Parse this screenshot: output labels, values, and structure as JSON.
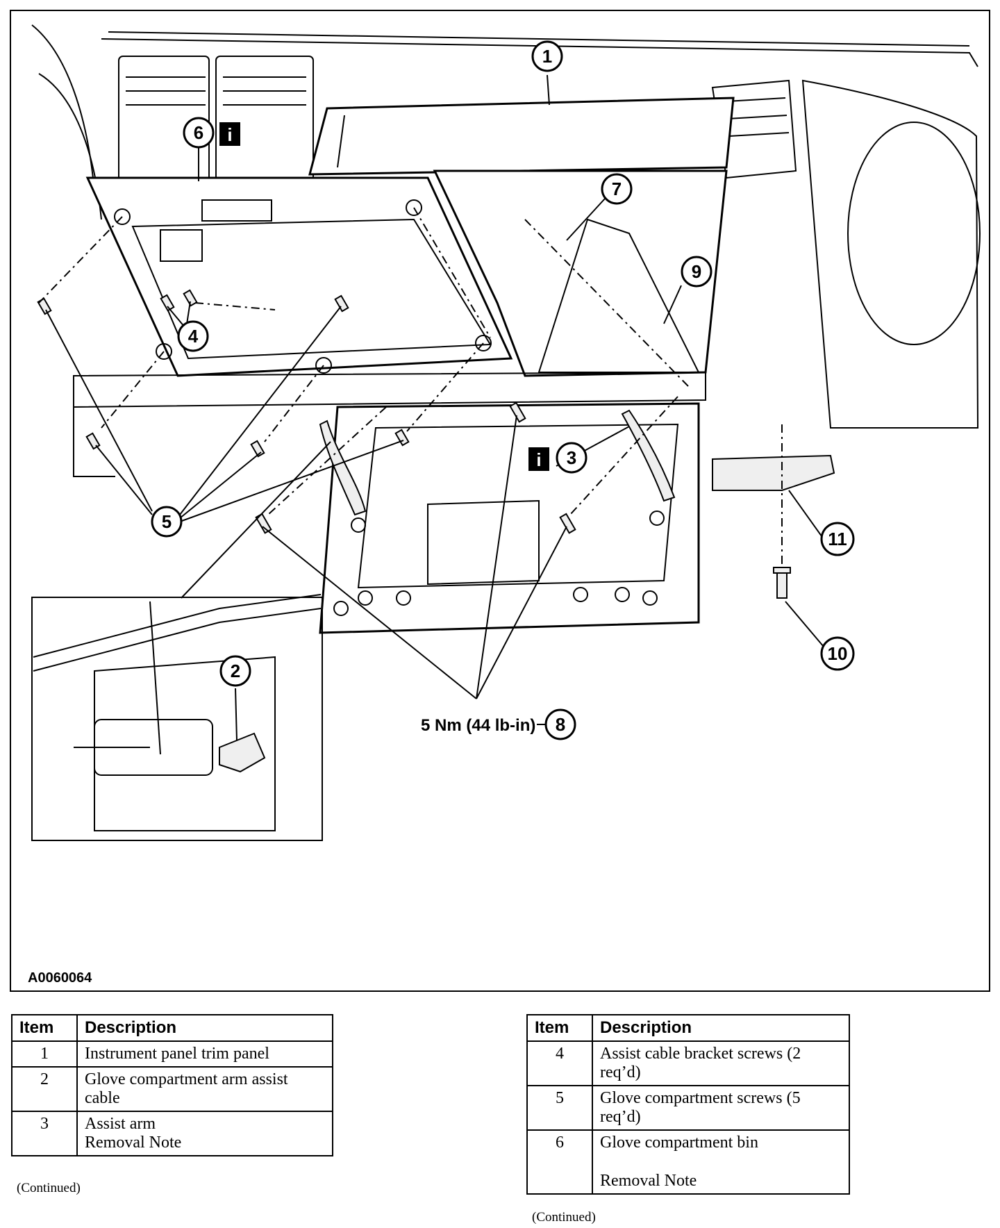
{
  "diagram": {
    "figure_id": "A0060064",
    "torque_label": "5 Nm (44 lb-in)",
    "info_glyph": "i",
    "callouts": [
      "1",
      "2",
      "3",
      "4",
      "5",
      "6",
      "7",
      "8",
      "9",
      "10",
      "11"
    ]
  },
  "tables": {
    "left": {
      "header": {
        "item": "Item",
        "description": "Description"
      },
      "rows": [
        {
          "item": "1",
          "lines": [
            "Instrument panel trim panel"
          ]
        },
        {
          "item": "2",
          "lines": [
            "Glove compartment arm assist cable"
          ]
        },
        {
          "item": "3",
          "lines": [
            "Assist arm",
            "Removal Note"
          ]
        }
      ],
      "continued": "(Continued)"
    },
    "right": {
      "header": {
        "item": "Item",
        "description": "Description"
      },
      "rows": [
        {
          "item": "4",
          "lines": [
            "Assist cable bracket screws (2 req’d)"
          ]
        },
        {
          "item": "5",
          "lines": [
            "Glove compartment screws (5 req’d)"
          ]
        },
        {
          "item": "6",
          "lines": [
            "Glove compartment bin",
            "",
            "Removal Note"
          ]
        }
      ],
      "continued": "(Continued)"
    }
  }
}
